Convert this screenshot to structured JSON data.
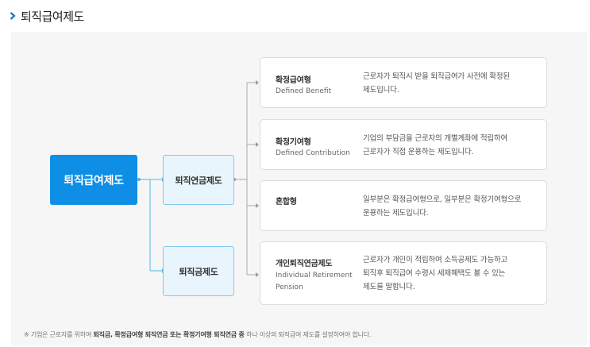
{
  "heading": {
    "icon": "chevron-right-icon",
    "title": "퇴직급여제도"
  },
  "diagram": {
    "root": "퇴직급여제도",
    "branches": [
      "퇴직연금제도",
      "퇴직금제도"
    ],
    "types": [
      {
        "name_ko": "확정급여형",
        "name_en": "Defined Benefit",
        "desc": [
          "근로자가 퇴직시 받을 퇴직급여가 사전에 확정된",
          "제도입니다."
        ]
      },
      {
        "name_ko": "확정기여형",
        "name_en": "Defined Contribution",
        "desc": [
          "기업의 부담금을 근로자의 개별계좌에 적립하여",
          "근로자가 직접 운용하는 제도입니다."
        ]
      },
      {
        "name_ko": "혼합형",
        "name_en": "",
        "desc": [
          "일부분은 확정급여형으로, 일부분은 확정기여형으로",
          "운용하는 제도입니다."
        ]
      },
      {
        "name_ko": "개인퇴직연금제도",
        "name_en_lines": [
          "Individual Retirement",
          "Pension"
        ],
        "desc": [
          "근로자가 개인이 적립하여 소득공제도 가능하고",
          "퇴직후 퇴직급여 수령시 세제혜택도 볼 수 있는",
          "제도를 말합니다."
        ]
      }
    ]
  },
  "note": {
    "prefix": "※ 기업은 근로자를 위하여 ",
    "bold1": "퇴직금, 확정급여형 퇴직연금 또는 확정기여형 퇴직연금 중",
    "suffix": " 하나 이상의 퇴직급여 제도를 설정하여야 합니다."
  },
  "colors": {
    "accent": "#0e8ee5",
    "branch_fill": "#e9f5fc",
    "branch_border": "#7fcaf0",
    "connector": "#4db6ea",
    "connector_gray": "#aaaaaa"
  }
}
